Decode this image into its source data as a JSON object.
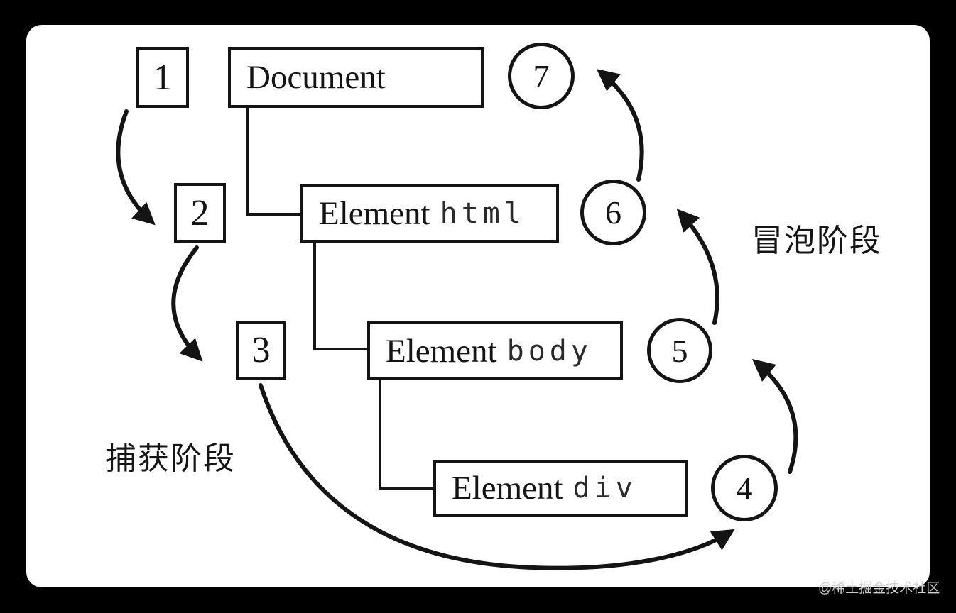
{
  "diagram": {
    "title_semantic": "DOM event flow: capture and bubble phases",
    "phase_labels": {
      "capture": "捕获阶段",
      "bubble": "冒泡阶段"
    },
    "nodes": [
      {
        "prefix": "Document",
        "code": ""
      },
      {
        "prefix": "Element",
        "code": "html"
      },
      {
        "prefix": "Element",
        "code": "body"
      },
      {
        "prefix": "Element",
        "code": "div"
      }
    ],
    "steps": {
      "squares": [
        "1",
        "2",
        "3"
      ],
      "circles": [
        "7",
        "6",
        "5",
        "4"
      ]
    },
    "flow_order": [
      "1 Document",
      "2 Element html",
      "3 Element body",
      "4 Element div (target)",
      "5 Element body",
      "6 Element html",
      "7 Document"
    ]
  },
  "watermark": "@稀土掘金技术社区",
  "colors": {
    "background": "#000000",
    "canvas": "#ffffff",
    "ink": "#141414",
    "watermark": "#cfcfcf"
  }
}
